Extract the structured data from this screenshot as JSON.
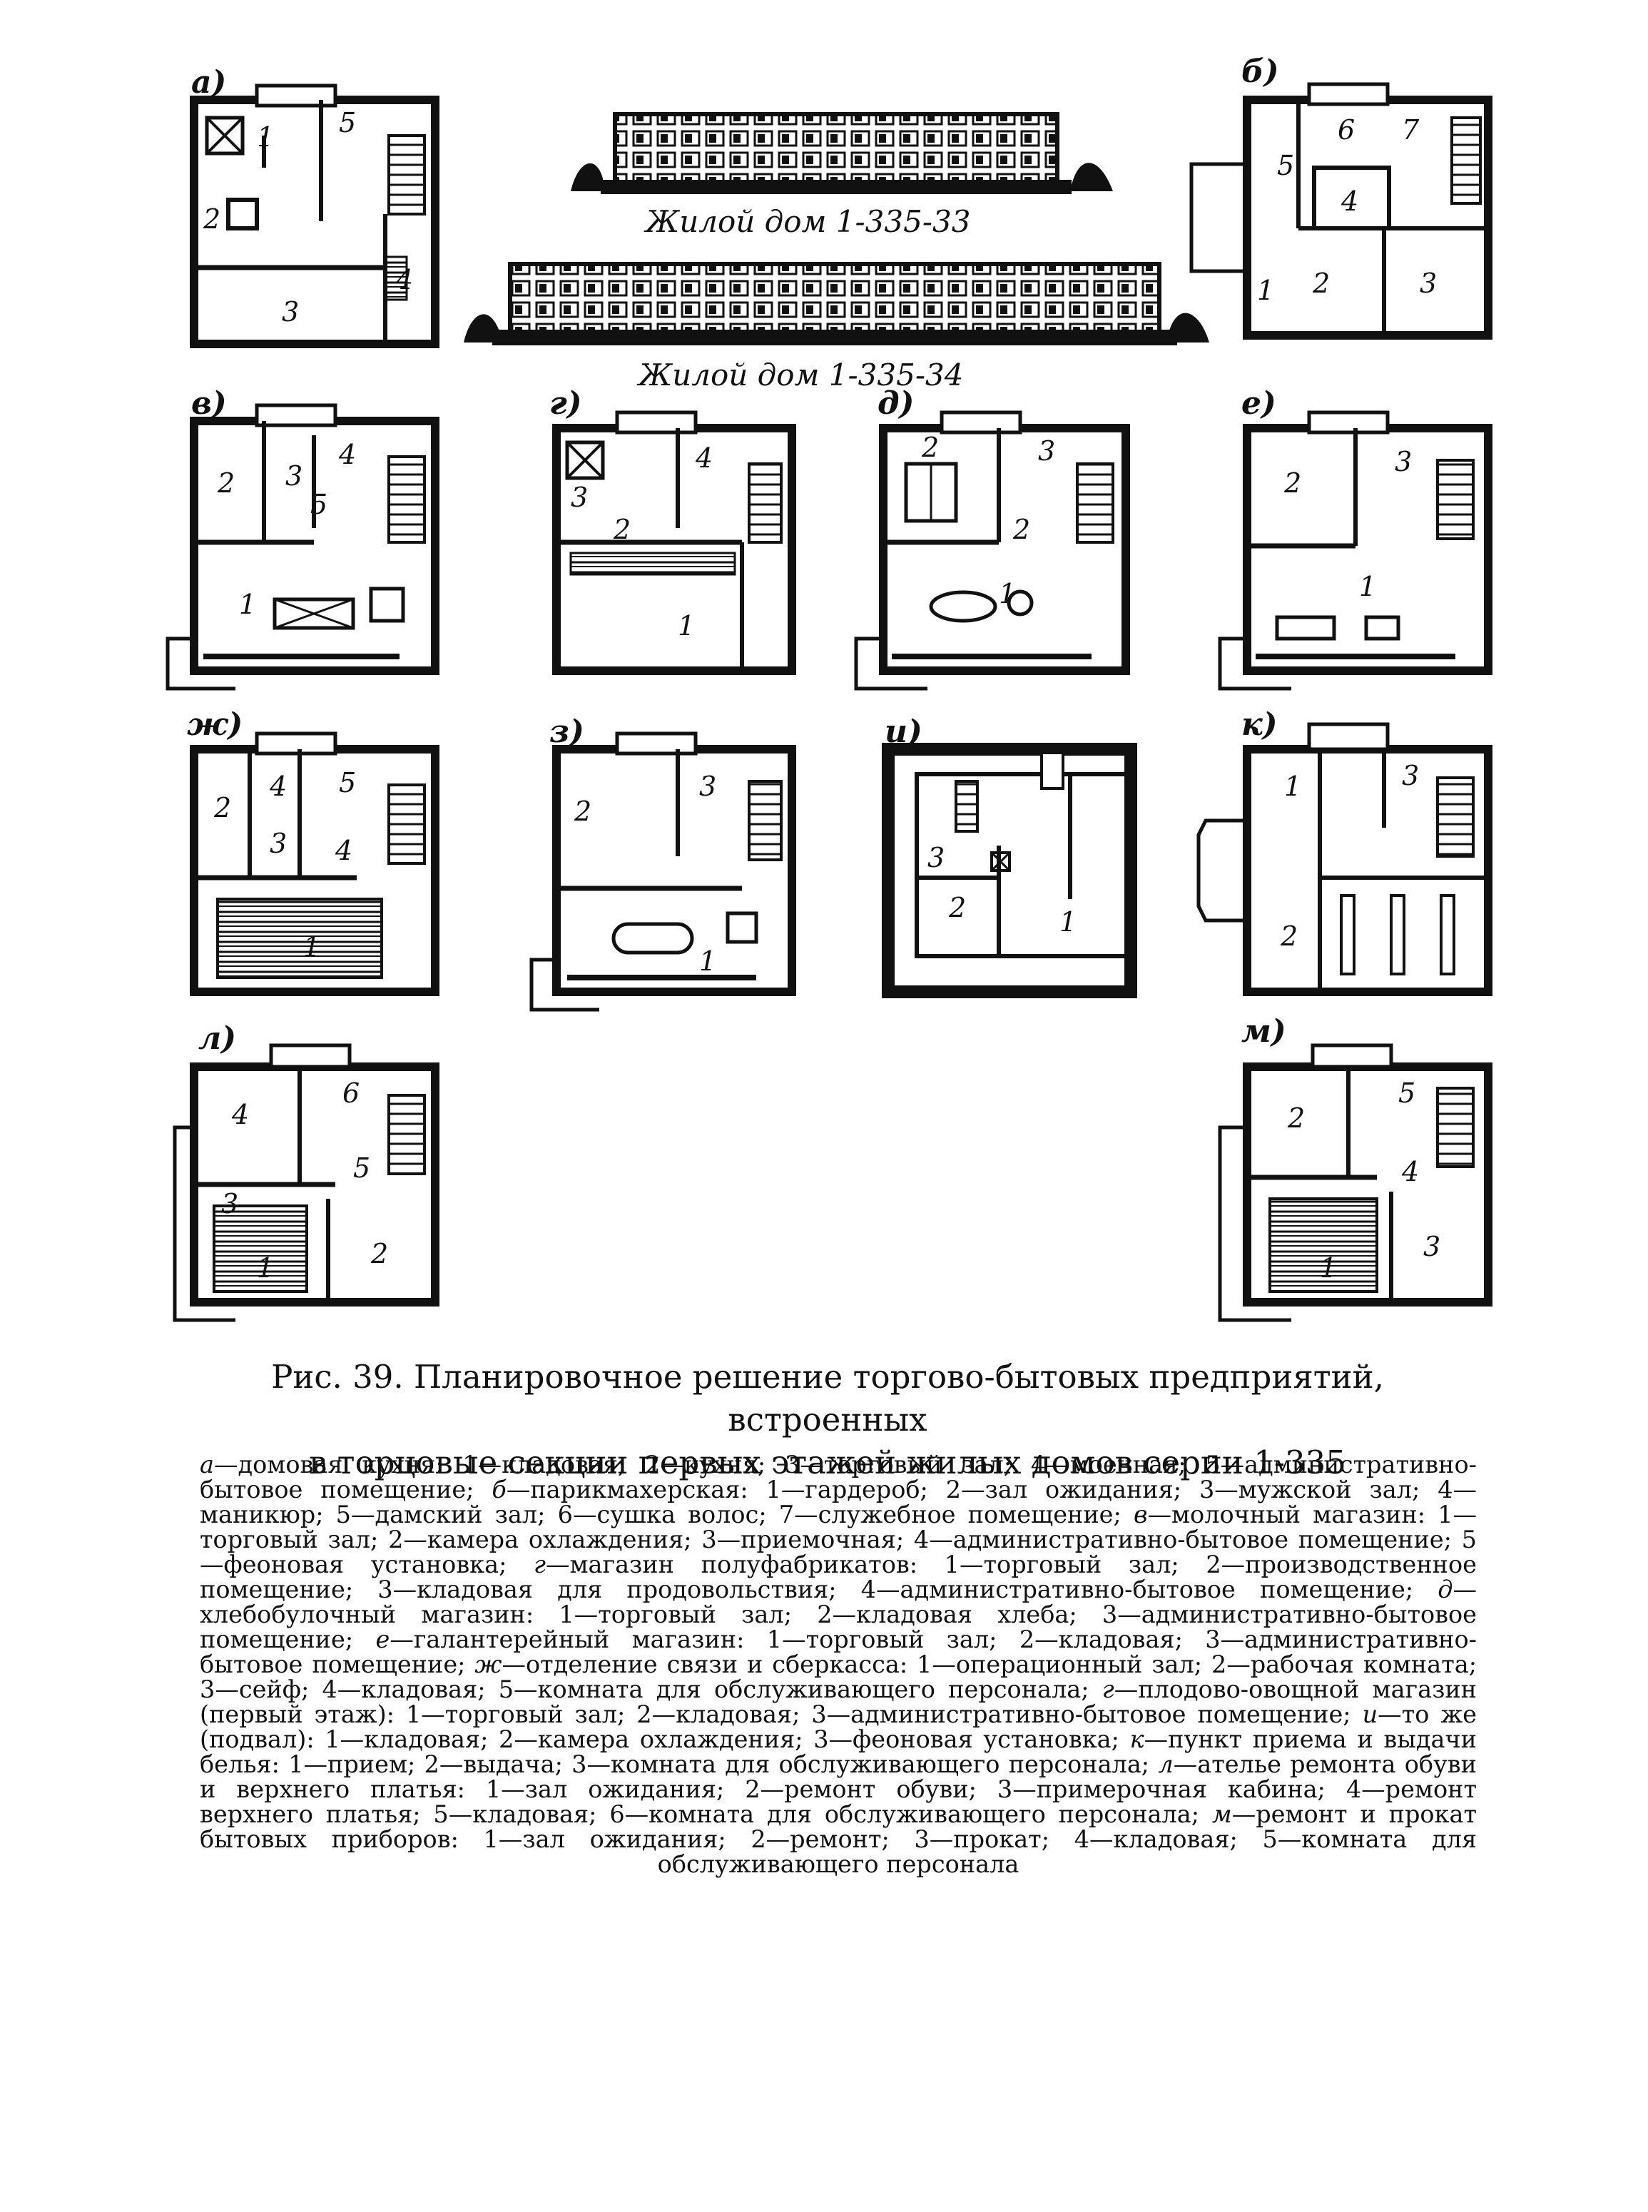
{
  "figure": {
    "plan_labels": [
      "а)",
      "б)",
      "в)",
      "г)",
      "д)",
      "е)",
      "ж)",
      "з)",
      "и)",
      "к)",
      "л)",
      "м)"
    ],
    "building_captions": [
      "Жилой дом 1-335-33",
      "Жилой дом 1-335-34"
    ],
    "rooms": {
      "a": [
        "1",
        "2",
        "3",
        "4",
        "5"
      ],
      "b": [
        "1",
        "2",
        "3",
        "4",
        "5",
        "6",
        "7"
      ],
      "v": [
        "1",
        "2",
        "3",
        "4",
        "5"
      ],
      "g": [
        "1",
        "2",
        "3",
        "4"
      ],
      "d": [
        "1",
        "2",
        "2",
        "3"
      ],
      "e": [
        "1",
        "2",
        "3"
      ],
      "zh": [
        "1",
        "2",
        "3",
        "4",
        "4",
        "5"
      ],
      "z": [
        "1",
        "2",
        "3"
      ],
      "i": [
        "1",
        "2",
        "3"
      ],
      "k": [
        "1",
        "2",
        "3"
      ],
      "l": [
        "1",
        "2",
        "3",
        "4",
        "5",
        "6"
      ],
      "m": [
        "1",
        "2",
        "3",
        "4",
        "5"
      ]
    }
  },
  "caption": {
    "line1": "Рис. 39. Планировочное решение торгово-бытовых предприятий, встроенных",
    "line2": "в торцовые секции первых этажей жилых домов серии 1-335"
  },
  "legend": [
    {
      "key": "а",
      "text": "—домовая кухня: 1—кладовая; 2—кухня; 3—торговый зал; 4—моечная; 5—административно-бытовое помещение;"
    },
    {
      "key": "б",
      "text": "—парикмахерская: 1—гардероб; 2—зал ожидания; 3—мужской зал; 4—маникюр; 5—дамский зал; 6—сушка волос; 7—служебное помещение;"
    },
    {
      "key": "в",
      "text": "—молочный магазин: 1—торговый зал; 2—камера охлаждения; 3—приемочная; 4—административно-бытовое помещение; 5—феоновая установка;"
    },
    {
      "key": "г",
      "text": "—магазин полуфабрикатов: 1—торговый зал; 2—производственное помещение; 3—кладовая для продовольствия; 4—административно-бытовое помещение;"
    },
    {
      "key": "д",
      "text": "—хлебобулочный магазин: 1—торговый зал; 2—кладовая хлеба; 3—административно-бытовое помещение;"
    },
    {
      "key": "е",
      "text": "—галантерейный магазин: 1—торговый зал; 2—кладовая; 3—административно-бытовое помещение;"
    },
    {
      "key": "ж",
      "text": "—отделение связи и сберкасса: 1—операционный зал; 2—рабочая комната; 3—сейф; 4—кладовая; 5—комната для обслуживающего персонала;"
    },
    {
      "key": "г",
      "text": "—плодово-овощной магазин (первый этаж): 1—торговый зал; 2—кладовая; 3—административно-бытовое помещение;"
    },
    {
      "key": "и",
      "text": "—то же (подвал): 1—кладовая; 2—камера охлаждения; 3—феоновая установка;"
    },
    {
      "key": "к",
      "text": "—пункт приема и выдачи белья: 1—прием; 2—выдача; 3—комната для обслуживающего персонала;"
    },
    {
      "key": "л",
      "text": "—ателье ремонта обуви и верхнего платья: 1—зал ожидания; 2—ремонт обуви; 3—примерочная кабина; 4—ремонт верхнего платья; 5—кладовая; 6—комната для обслуживающего персонала;"
    },
    {
      "key": "м",
      "text": "—ремонт и прокат бытовых приборов: 1—зал ожидания; 2—ремонт; 3—прокат; 4—кладовая; 5—комната для обслуживающего персонала"
    }
  ]
}
